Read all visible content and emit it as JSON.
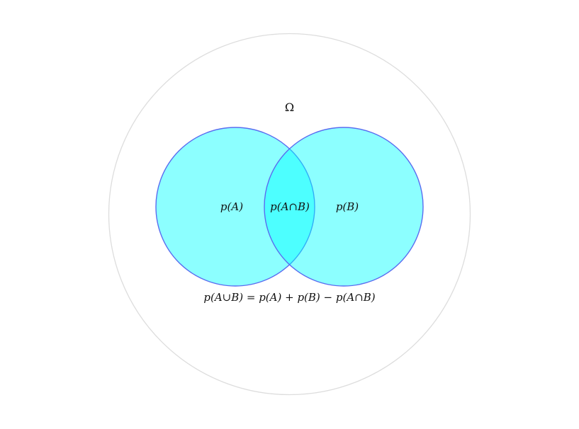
{
  "diagram": {
    "universe_label": "Ω",
    "set_a_label": "p(A)",
    "set_b_label": "p(B)",
    "intersection_label": "p(A∩B)",
    "formula": "p(A∪B) = p(A) + p(B) − p(A∩B)"
  },
  "colors": {
    "universe_stroke": "#dddddd",
    "set_fill": "#00ffff",
    "set_fill_opacity": 0.45,
    "set_stroke": "#5a6cf0",
    "text": "#111111"
  }
}
